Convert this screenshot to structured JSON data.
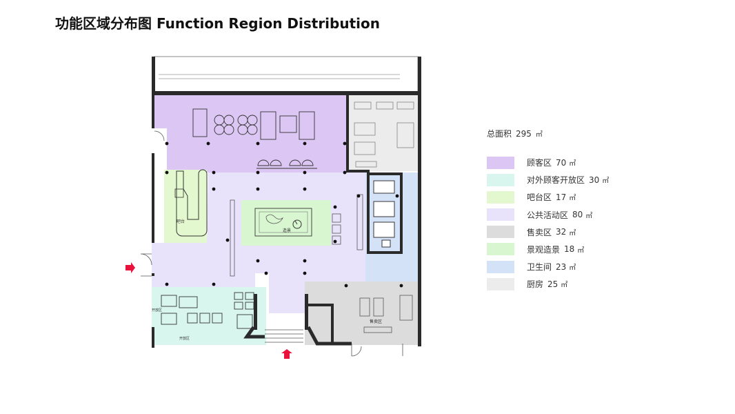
{
  "title": "功能区域分布图 Function Region Distribution",
  "legend": {
    "total_label": "总面积",
    "total_value": "295",
    "unit": "㎡",
    "items": [
      {
        "label": "顾客区",
        "value": "70",
        "color": "#dcc6f3"
      },
      {
        "label": "对外顾客开放区",
        "value": "30",
        "color": "#d8f6ee"
      },
      {
        "label": "吧台区",
        "value": "17",
        "color": "#e3f8cf"
      },
      {
        "label": "公共活动区",
        "value": "80",
        "color": "#e8e2fb"
      },
      {
        "label": "售卖区",
        "value": "32",
        "color": "#dcdcdc"
      },
      {
        "label": "景观造景",
        "value": "18",
        "color": "#d8f6cf"
      },
      {
        "label": "卫生间",
        "value": "23",
        "color": "#d4e2f8"
      },
      {
        "label": "厨房",
        "value": "25",
        "color": "#ececec"
      }
    ]
  },
  "plan": {
    "labels": {
      "bar": "吧台",
      "landscape": "造景",
      "open_area": "开放区",
      "sales": "售卖区"
    },
    "colors": {
      "customer": "#dcc6f3",
      "open": "#d8f6ee",
      "bar": "#e3f8cf",
      "public": "#e8e2fb",
      "sales": "#dcdcdc",
      "landscape": "#d8f6cf",
      "toilet": "#d4e2f8",
      "kitchen": "#ececec",
      "wall": "#2a2a2a",
      "arrow": "#e8123c"
    }
  }
}
